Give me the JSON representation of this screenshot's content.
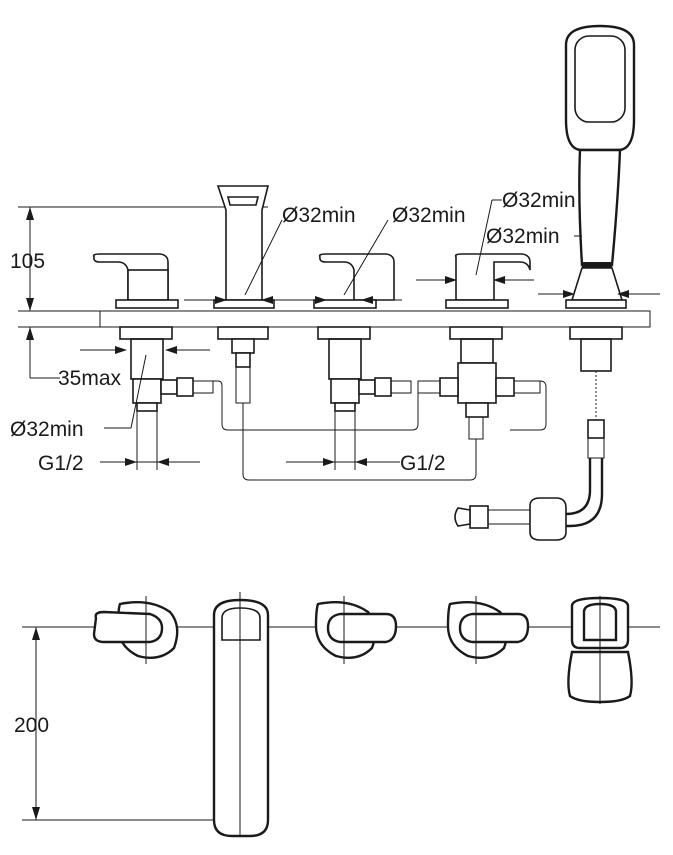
{
  "dimensions": {
    "height_105": "105",
    "projection_200": "200",
    "max_35": "35max",
    "thread_left": "G1/2",
    "thread_right": "G1/2"
  },
  "hole_diameters": {
    "spout_hole": "Ø32min",
    "second_valve_hole": "Ø32min",
    "third_valve_hole": "Ø32min",
    "shower_hole": "Ø32min",
    "first_valve_hole": "Ø32min"
  },
  "colors": {
    "line": "#1a1a1a",
    "background": "#ffffff",
    "deck": "#d9d9d9"
  }
}
